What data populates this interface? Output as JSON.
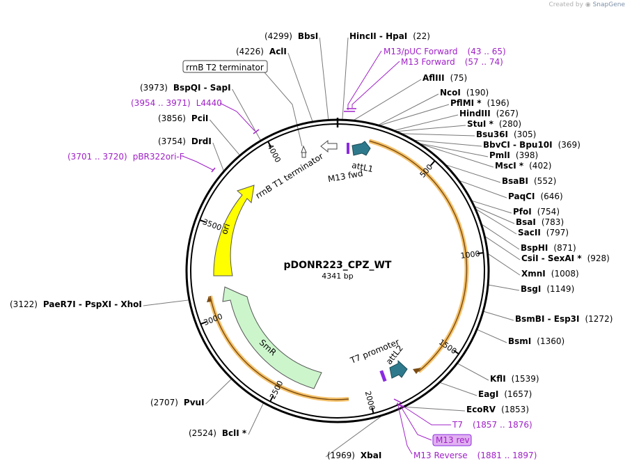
{
  "credit": {
    "prefix": "Created by",
    "app": "SnapGene"
  },
  "plasmid": {
    "name": "pDONR223_CPZ_WT",
    "size_label": "4341 bp",
    "length": 4341
  },
  "ticks": [
    {
      "label": "500",
      "pos": 500
    },
    {
      "label": "1000",
      "pos": 1000
    },
    {
      "label": "1500",
      "pos": 1500
    },
    {
      "label": "2000",
      "pos": 2000
    },
    {
      "label": "2500",
      "pos": 2500
    },
    {
      "label": "3000",
      "pos": 3000
    },
    {
      "label": "3500",
      "pos": 3500
    },
    {
      "label": "4000",
      "pos": 4000
    }
  ],
  "enzymes_right": [
    {
      "names": "HincII  -  HpaI",
      "pos": "(22)",
      "site": 22
    },
    {
      "names": "AflIII",
      "pos": "(75)",
      "site": 75
    },
    {
      "names": "NcoI",
      "pos": "(190)",
      "site": 190
    },
    {
      "names": "PflMI *",
      "pos": "(196)",
      "site": 196
    },
    {
      "names": "HindIII",
      "pos": "(267)",
      "site": 267
    },
    {
      "names": "StuI *",
      "pos": "(280)",
      "site": 280
    },
    {
      "names": "Bsu36I",
      "pos": "(305)",
      "site": 305
    },
    {
      "names": "BbvCI  -  Bpu10I",
      "pos": "(369)",
      "site": 369
    },
    {
      "names": "PmlI",
      "pos": "(398)",
      "site": 398
    },
    {
      "names": "MscI *",
      "pos": "(402)",
      "site": 402
    },
    {
      "names": "BsaBI",
      "pos": "(552)",
      "site": 552
    },
    {
      "names": "PaqCI",
      "pos": "(646)",
      "site": 646
    },
    {
      "names": "PfoI",
      "pos": "(754)",
      "site": 754
    },
    {
      "names": "BsaI",
      "pos": "(783)",
      "site": 783
    },
    {
      "names": "SacII",
      "pos": "(797)",
      "site": 797
    },
    {
      "names": "BspHI",
      "pos": "(871)",
      "site": 871
    },
    {
      "names": "CsiI  -  SexAI *",
      "pos": "(928)",
      "site": 928
    },
    {
      "names": "XmnI",
      "pos": "(1008)",
      "site": 1008
    },
    {
      "names": "BsgI",
      "pos": "(1149)",
      "site": 1149
    },
    {
      "names": "BsmBI  -  Esp3I",
      "pos": "(1272)",
      "site": 1272
    },
    {
      "names": "BsmI",
      "pos": "(1360)",
      "site": 1360
    },
    {
      "names": "KflI",
      "pos": "(1539)",
      "site": 1539
    },
    {
      "names": "EagI",
      "pos": "(1657)",
      "site": 1657
    },
    {
      "names": "EcoRV",
      "pos": "(1853)",
      "site": 1853
    },
    {
      "names": "XbaI",
      "pos": "(1969)",
      "site": 1969
    }
  ],
  "enzymes_left": [
    {
      "names": "BbsI",
      "pos": "(4299)",
      "site": 4299
    },
    {
      "names": "AclI",
      "pos": "(4226)",
      "site": 4226
    },
    {
      "names": "BspQI  -  SapI",
      "pos": "(3973)",
      "site": 3973
    },
    {
      "names": "PciI",
      "pos": "(3856)",
      "site": 3856
    },
    {
      "names": "DrdI",
      "pos": "(3754)",
      "site": 3754
    },
    {
      "names": "PaeR7I  -  PspXI  -  XhoI",
      "pos": "(3122)",
      "site": 3122
    },
    {
      "names": "PvuI",
      "pos": "(2707)",
      "site": 2707
    },
    {
      "names": "BclI *",
      "pos": "(2524)",
      "site": 2524
    }
  ],
  "primers": [
    {
      "name": "M13/pUC Forward",
      "range": "(43 .. 65)"
    },
    {
      "name": "M13 Forward",
      "range": "(57 .. 74)"
    },
    {
      "name": "L4440",
      "range": "(3954 .. 3971)"
    },
    {
      "name": "pBR322ori-F",
      "range": "(3701 .. 3720)"
    },
    {
      "name": "T7",
      "range": "(1857 .. 1876)"
    },
    {
      "name": "M13 rev",
      "range": ""
    },
    {
      "name": "M13 Reverse",
      "range": "(1881 .. 1897)"
    }
  ],
  "features": {
    "rrnb_t2": "rrnB T2 terminator",
    "rrnb_t1": "rrnB T1 terminator",
    "attl1": "attL1",
    "m13fwd": "M13 fwd",
    "t7prom": "T7 promoter",
    "attl2": "attL2",
    "ori": "ori",
    "smr": "SmR"
  },
  "colors": {
    "primer": "#a020c8",
    "ori": "#ffff00",
    "smr": "#ccf5cc",
    "att": "#2e7a8c",
    "insert": "#f5c26b",
    "insert_core": "#7a4a10",
    "m13_marker": "#8a2be2",
    "m13_rev_box": "#e0b0f0"
  }
}
